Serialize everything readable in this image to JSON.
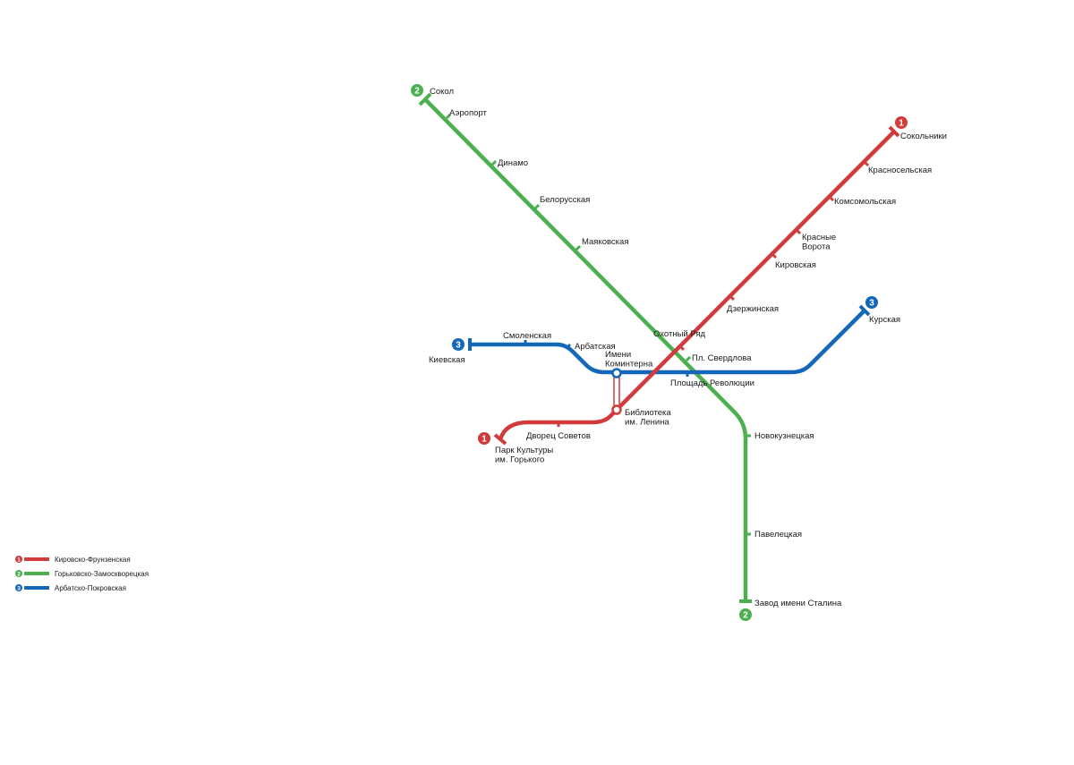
{
  "colors": {
    "red": "#d13b3b",
    "green": "#4caf50",
    "blue": "#1466b8"
  },
  "lines": {
    "red": {
      "number": "1",
      "name": "Кировско-Фрунзенская"
    },
    "green": {
      "number": "2",
      "name": "Горьковско-Замоскворецкая"
    },
    "blue": {
      "number": "3",
      "name": "Арбатско-Покровская"
    }
  },
  "stations": {
    "sokol": "Сокол",
    "aeroport": "Аэропорт",
    "dinamo": "Динамо",
    "belorusskaya": "Белорусская",
    "mayakovskaya": "Маяковская",
    "okhotny_ryad": "Охотный Ряд",
    "pl_sverdlova": "Пл. Свердлова",
    "novokuznetskaya": "Новокузнецкая",
    "paveletskaya": "Павелецкая",
    "zavod_stalina": "Завод имени Сталина",
    "sokolniki": "Сокольники",
    "krasnoselskaya": "Красносельская",
    "komsomolskaya": "Комсомольская",
    "krasnye_vorota_1": "Красные",
    "krasnye_vorota_2": "Ворота",
    "kirovskaya": "Кировская",
    "dzerzhinskaya": "Дзержинская",
    "biblioteka_1": "Библиотека",
    "biblioteka_2": "им. Ленина",
    "dvorets_sovetov": "Дворец Советов",
    "park_kultury_1": "Парк Культуры",
    "park_kultury_2": "им. Горького",
    "kievskaya": "Киевская",
    "smolenskaya": "Смоленская",
    "arbatskaya": "Арбатская",
    "kominterna_1": "Имени",
    "kominterna_2": "Коминтерна",
    "pl_revolyutsii": "Площадь Революции",
    "kurskaya": "Курская"
  }
}
